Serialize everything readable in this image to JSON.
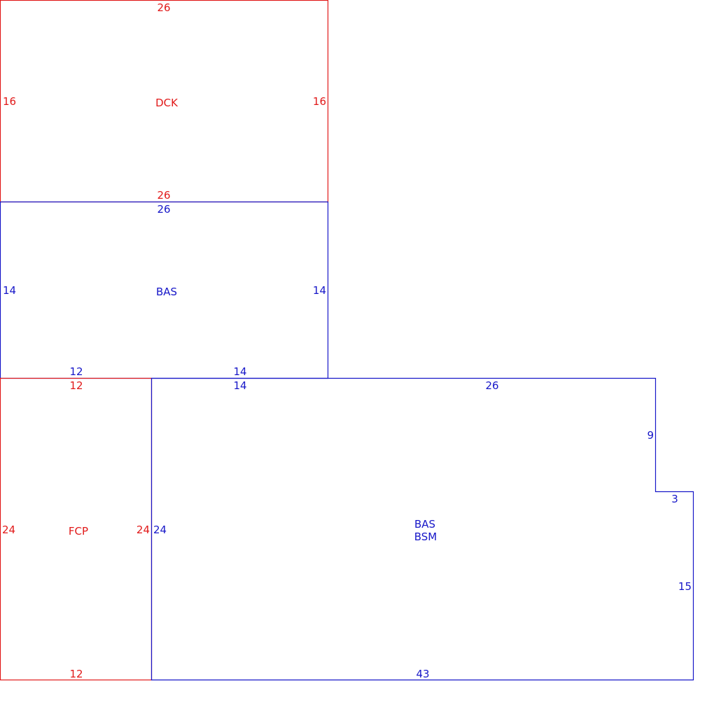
{
  "colors": {
    "red": "#e11919",
    "blue": "#1616c8"
  },
  "areas": {
    "dck": {
      "label": "DCK",
      "top": "26",
      "left": "16",
      "right": "16",
      "bottom": "26"
    },
    "bas_upper": {
      "label": "BAS",
      "top": "26",
      "left": "14",
      "right": "14",
      "bottom_left": "12",
      "bottom_right": "14"
    },
    "fcp": {
      "label": "FCP",
      "top": "12",
      "left": "24",
      "right": "24",
      "bottom": "12"
    },
    "bas_bsm": {
      "label_line1": "BAS",
      "label_line2": "BSM",
      "top_left": "14",
      "top_right": "26",
      "notch_vertical": "9",
      "notch_horizontal": "3",
      "right": "15",
      "left": "24",
      "bottom": "43"
    }
  }
}
